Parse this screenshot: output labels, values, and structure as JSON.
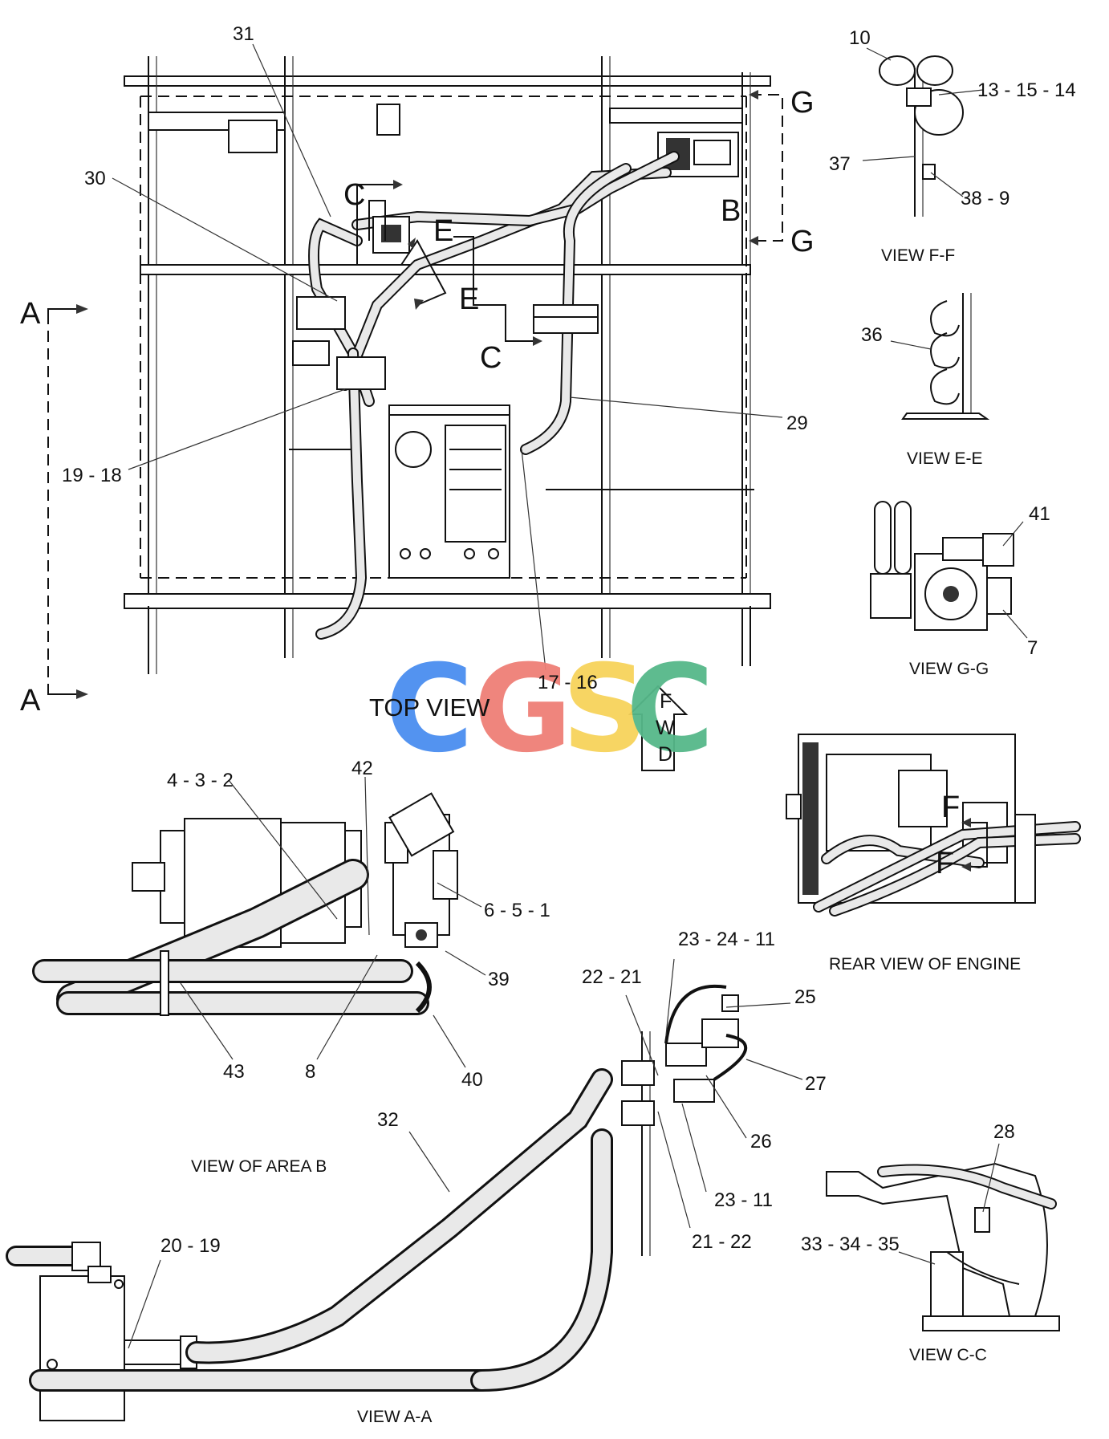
{
  "views": {
    "top_view": "TOP VIEW",
    "view_ff": "VIEW F-F",
    "view_ee": "VIEW E-E",
    "view_gg": "VIEW G-G",
    "rear_view": "REAR VIEW OF ENGINE",
    "area_b": "VIEW OF AREA B",
    "view_cc": "VIEW C-C",
    "view_aa": "VIEW A-A"
  },
  "section_markers": {
    "a": "A",
    "b": "B",
    "c": "C",
    "e": "E",
    "f": "F",
    "g": "G"
  },
  "fwd": [
    "F",
    "W",
    "D"
  ],
  "watermark": {
    "letters": [
      "C",
      "G",
      "S",
      "C"
    ],
    "colors": [
      "#4a8ef0",
      "#ef7f77",
      "#f7d35b",
      "#56b88a"
    ]
  },
  "callouts": {
    "p31": "31",
    "p30": "30",
    "p19_18": "19 - 18",
    "p29": "29",
    "p17_16": "17 - 16",
    "p10": "10",
    "p13_15_14": "13 - 15 - 14",
    "p37": "37",
    "p38_9": "38 - 9",
    "p36": "36",
    "p41": "41",
    "p7": "7",
    "p4_3_2": "4 - 3 - 2",
    "p42": "42",
    "p6_5_1": "6 - 5 - 1",
    "p39": "39",
    "p43": "43",
    "p8": "8",
    "p40": "40",
    "p23_24_11": "23 - 24 - 11",
    "p22_21": "22 - 21",
    "p25": "25",
    "p27": "27",
    "p26": "26",
    "p32": "32",
    "p23_11": "23 - 11",
    "p21_22": "21 - 22",
    "p28": "28",
    "p20_19": "20 - 19",
    "p33_34_35": "33 - 34 - 35"
  }
}
